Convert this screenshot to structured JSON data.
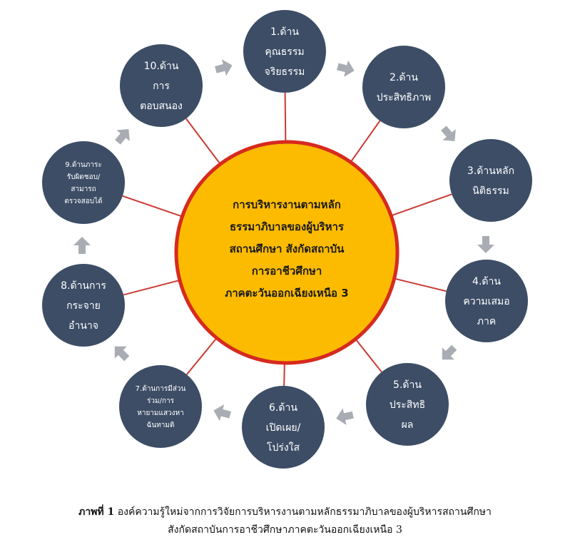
{
  "center": {
    "lines": [
      "การบริหารงานตามหลัก",
      "ธรรมาภิบาลของผู้บริหาร",
      "สถานศึกษา สังกัดสถาบัน",
      "การอาชีวศึกษา",
      "ภาคตะวันออกเฉียงเหนือ 3"
    ]
  },
  "nodes": [
    {
      "lines": [
        "1.ด้าน",
        "คุณธรรม",
        "จริยธรรม"
      ]
    },
    {
      "lines": [
        "2.ด้าน",
        "ประสิทธิภาพ"
      ]
    },
    {
      "lines": [
        "3.ด้านหลัก",
        "นิติธรรม"
      ]
    },
    {
      "lines": [
        "4.ด้าน",
        "ความเสมอ",
        "ภาค"
      ]
    },
    {
      "lines": [
        "5.ด้าน",
        "ประสิทธิ",
        "ผล"
      ]
    },
    {
      "lines": [
        "6.ด้าน",
        "เปิดเผย/",
        "โปร่งใส"
      ]
    },
    {
      "lines": [
        "7.ด้านการมีส่วน",
        "ร่วม/การ",
        "หายามแสวงหา",
        "ฉันทามติ"
      ]
    },
    {
      "lines": [
        "8.ด้านการ",
        "กระจาย",
        "อำนาจ"
      ]
    },
    {
      "lines": [
        "9.ด้านภาระ",
        "รับผิดชอบ/",
        "สามารถ",
        "ตรวจสอบได้"
      ]
    },
    {
      "lines": [
        "10.ด้าน",
        "การ",
        "ตอบสนอง"
      ]
    }
  ],
  "caption": {
    "label": "ภาพที่ 1",
    "line1": "องค์ความรู้ใหม่จากการวิจัยการบริหารงานตามหลักธรรมาภิบาลของผู้บริหารสถานศึกษา",
    "line2": "สังกัดสถาบันการอาชีวศึกษาภาคตะวันออกเฉียงเหนือ 3"
  },
  "colors": {
    "node_fill": "#3d4d66",
    "center_fill": "#fdbb00",
    "center_stroke": "#d62a1f",
    "connector": "#c93a35",
    "arrow": "#a9adb3"
  }
}
